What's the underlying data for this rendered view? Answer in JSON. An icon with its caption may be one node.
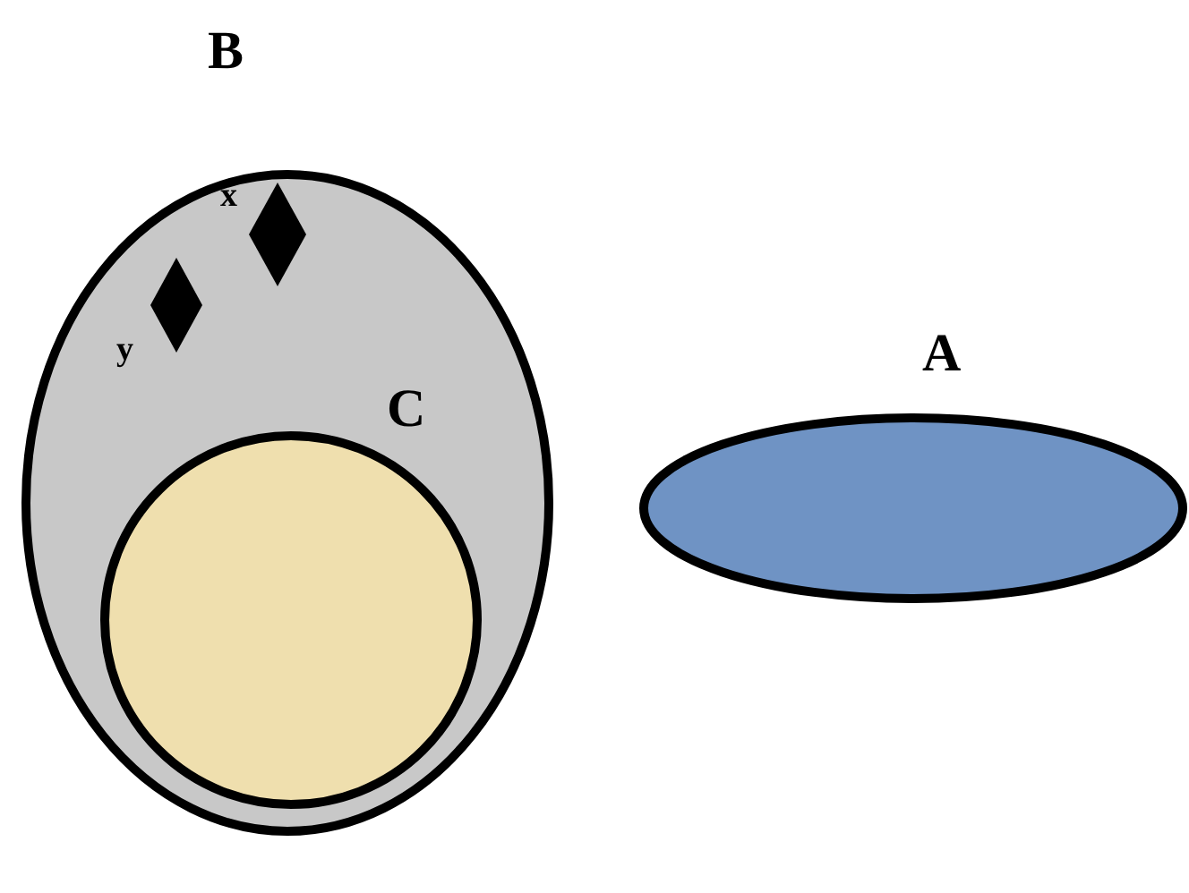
{
  "diagram": {
    "nodes": [
      {
        "text": [
          "B"
        ]
      },
      {
        "text": [
          "x"
        ],
        "in": 0
      },
      {
        "text": [
          "y"
        ],
        "in": 0
      },
      {
        "text": [
          "C"
        ],
        "in": 0
      },
      {
        "text": [
          "A"
        ]
      }
    ]
  }
}
